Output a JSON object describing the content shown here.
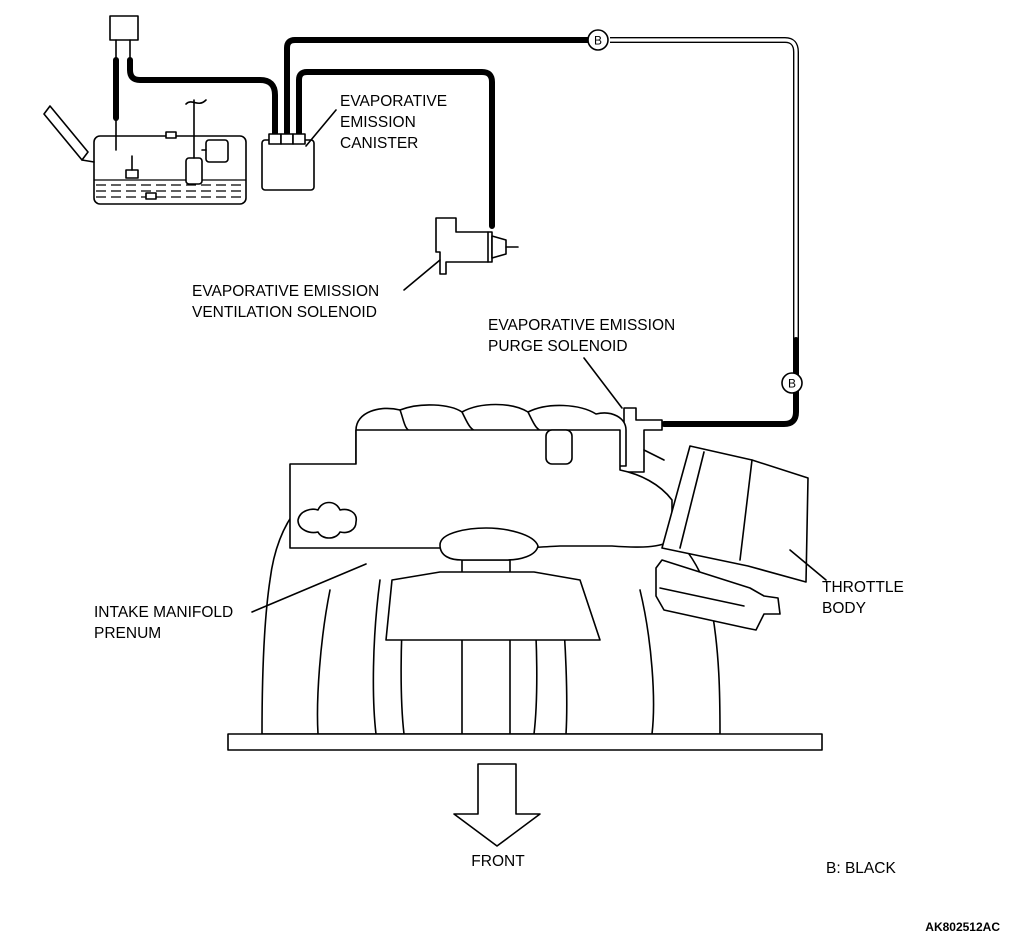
{
  "labels": {
    "canister": [
      "EVAPORATIVE",
      "EMISSION",
      "CANISTER"
    ],
    "ventilation_solenoid": [
      "EVAPORATIVE EMISSION",
      "VENTILATION SOLENOID"
    ],
    "purge_solenoid": [
      "EVAPORATIVE EMISSION",
      "PURGE SOLENOID"
    ],
    "throttle_body": [
      "THROTTLE",
      "BODY"
    ],
    "intake_manifold": [
      "INTAKE MANIFOLD",
      "PRENUM"
    ],
    "front": "FRONT"
  },
  "hose_tags": [
    "B",
    "B"
  ],
  "legend": "B: BLACK",
  "figure_code": "AK802512AC"
}
